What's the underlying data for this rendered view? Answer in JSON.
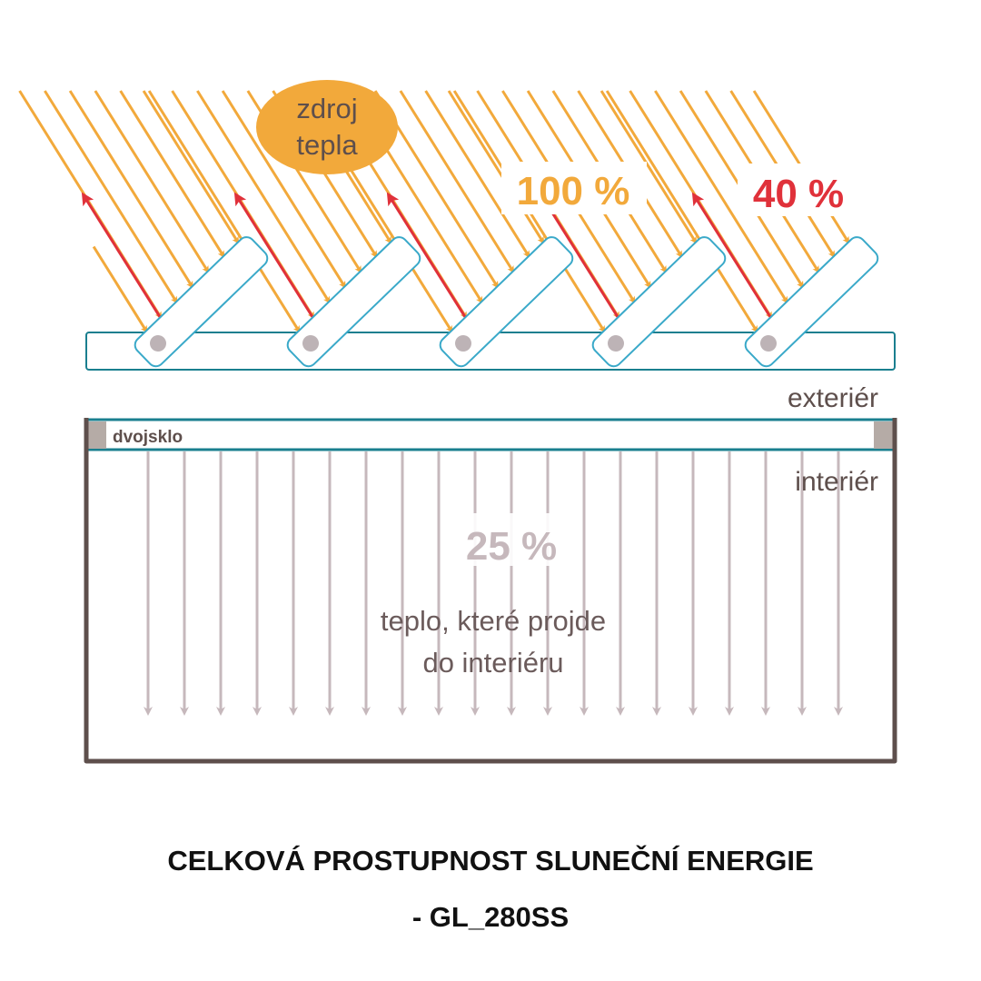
{
  "labels": {
    "heat_source": [
      "zdroj",
      "tepla"
    ],
    "incoming": "100 %",
    "reflected": "40 %",
    "exterior": "exteriér",
    "interior": "interiér",
    "glazing": "dvojsklo",
    "transmitted": "25 %",
    "transmitted_desc": [
      "teplo, které projde",
      "do interiéru"
    ]
  },
  "title": [
    "CELKOVÁ PROSTUPNOST SLUNEČNÍ ENERGIE",
    "- GL_280SS"
  ],
  "colors": {
    "sun_ray": "#f2a93b",
    "reflected_ray": "#e0313a",
    "louver": "#3aa9c9",
    "frame": "#1a7f8f",
    "wall": "#5e4f4c",
    "transmitted_arrow": "#c6b8bc",
    "text": "#5e4f4c"
  },
  "louver_count": 5,
  "transmitted_arrow_count": 20
}
